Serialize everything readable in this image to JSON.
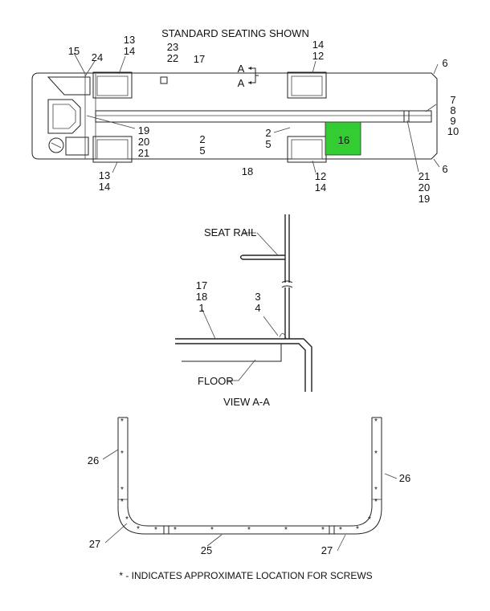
{
  "title": "STANDARD SEATING SHOWN",
  "section_mark": "A",
  "view_caption": "VIEW A-A",
  "footnote": "* - INDICATES APPROXIMATE LOCATION FOR SCREWS",
  "highlight_color": "#33cc33",
  "highlight_label": "16",
  "top_labels": {
    "c15": "15",
    "c24": "24",
    "c13a": "13",
    "c14a": "14",
    "c23": "23",
    "c22": "22",
    "c17": "17",
    "c14b": "14",
    "c12a": "12",
    "c6a": "6",
    "c7": "7",
    "c8": "8",
    "c9": "9",
    "c10": "10",
    "c19a": "19",
    "c20a": "20",
    "c21a": "21",
    "c2a": "2",
    "c5a": "5",
    "c2b": "2",
    "c5b": "5",
    "c13b": "13",
    "c14c": "14",
    "c18": "18",
    "c12b": "12",
    "c14d": "14",
    "c6b": "6",
    "c21b": "21",
    "c20b": "20",
    "c19b": "19"
  },
  "section_labels": {
    "seat_rail": "SEAT RAIL",
    "floor": "FLOOR",
    "c17": "17",
    "c18": "18",
    "c1": "1",
    "c3": "3",
    "c4": "4"
  },
  "bottom_labels": {
    "c26a": "26",
    "c26b": "26",
    "c27a": "27",
    "c25": "25",
    "c27b": "27"
  },
  "screw_mark": "*"
}
